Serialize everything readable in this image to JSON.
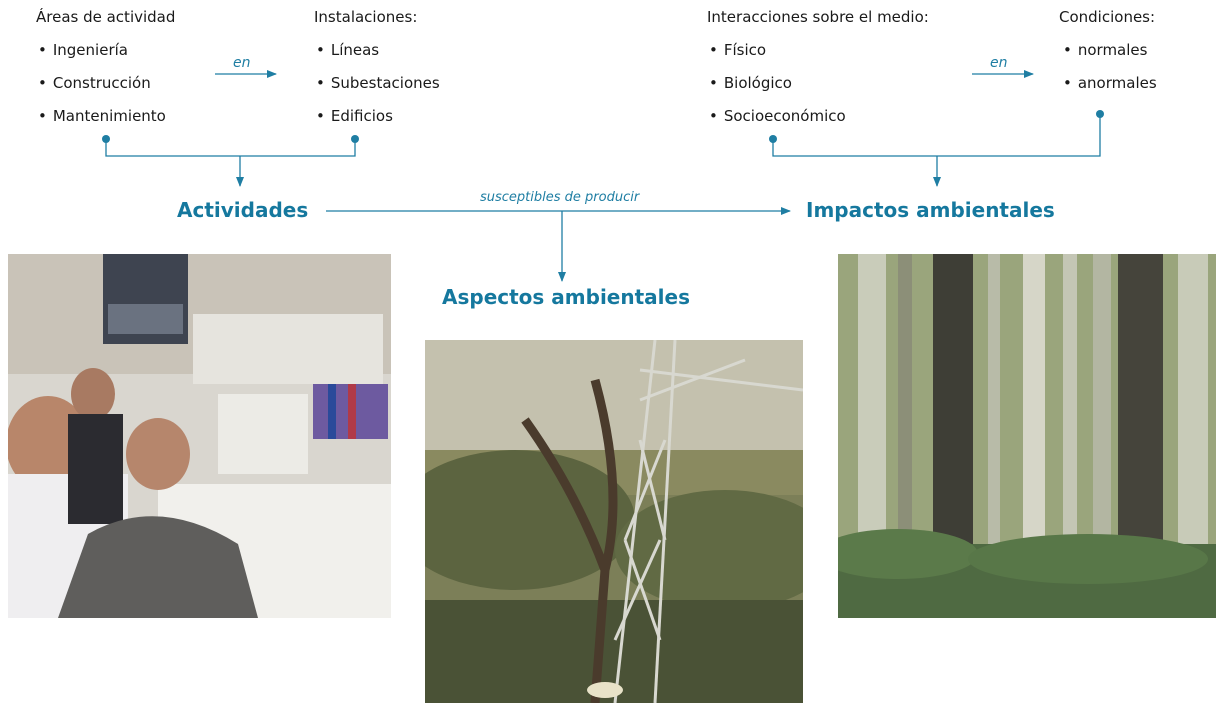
{
  "groups": {
    "areas": {
      "title": "Áreas de actividad",
      "items": [
        "Ingeniería",
        "Construcción",
        "Mantenimiento"
      ]
    },
    "instalaciones": {
      "title": "Instalaciones:",
      "items": [
        "Líneas",
        "Subestaciones",
        "Edificios"
      ]
    },
    "interacciones": {
      "title": "Interacciones sobre el medio:",
      "items": [
        "Físico",
        "Biológico",
        "Socioeconómico"
      ]
    },
    "condiciones": {
      "title": "Condiciones:",
      "items": [
        "normales",
        "anormales"
      ]
    }
  },
  "connectors": {
    "en_left": "en",
    "en_right": "en",
    "susceptibles": "susceptibles de producir"
  },
  "nodes": {
    "actividades": "Actividades",
    "impactos": "Impactos ambientales",
    "aspectos": "Aspectos ambientales"
  },
  "colors": {
    "accent": "#15789e",
    "line": "#1f7ea3",
    "text": "#1a1a1a"
  },
  "photos": [
    {
      "name": "office-photo",
      "subject": "people working at office desk"
    },
    {
      "name": "tower-photo",
      "subject": "electricity pylon among trees"
    },
    {
      "name": "forest-photo",
      "subject": "forest tree trunks"
    }
  ]
}
